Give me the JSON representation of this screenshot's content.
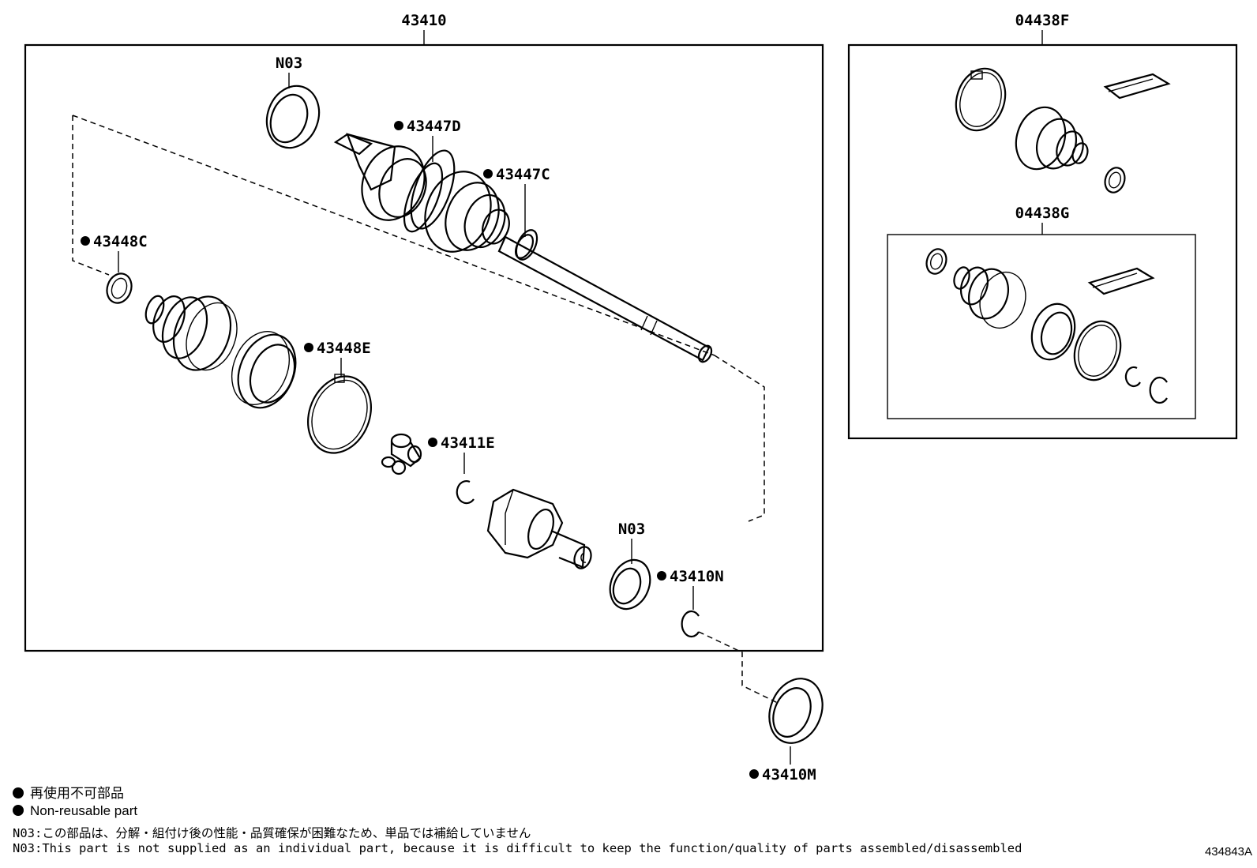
{
  "callouts": {
    "assembly": "43410",
    "kit_f": "04438F",
    "kit_g": "04438G",
    "n03_top": "N03",
    "p43447d": "43447D",
    "p43447c": "43447C",
    "p43448c": "43448C",
    "p43448e": "43448E",
    "p43411e": "43411E",
    "n03_bottom": "N03",
    "p43410n": "43410N",
    "p43410m": "43410M"
  },
  "legend": {
    "jp_nonreusable": "再使用不可部品",
    "en_nonreusable": "Non-reusable part",
    "note_jp": "N03:この部品は、分解・組付け後の性能・品質確保が困難なため、単品では補給していません",
    "note_en": "N03:This part is not supplied as an individual part, because it is difficult to keep the function/quality of parts assembled/disassembled"
  },
  "diagram_code": "434843A"
}
